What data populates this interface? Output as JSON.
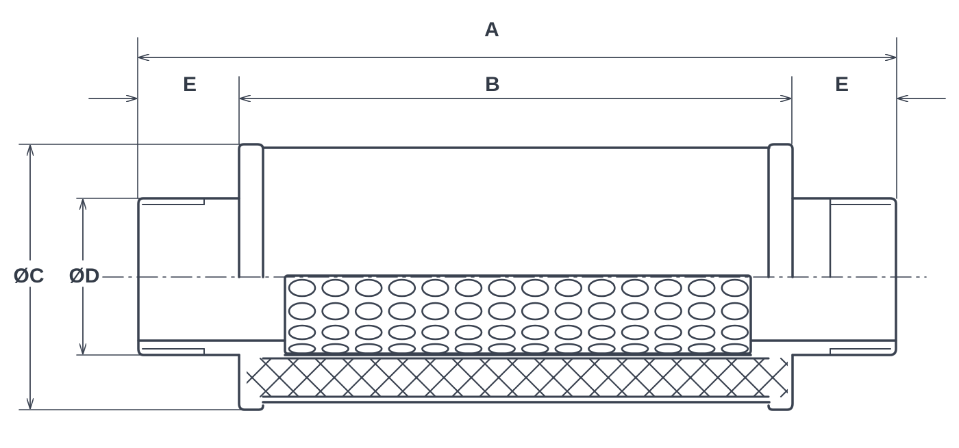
{
  "labels": {
    "overall_length": "A",
    "body_length": "B",
    "end_length_left": "E",
    "end_length_right": "E",
    "outer_diameter": "ØC",
    "thread_diameter": "ØD"
  },
  "colors": {
    "line": "#3a4250",
    "text": "#333b47",
    "background": "#ffffff"
  }
}
